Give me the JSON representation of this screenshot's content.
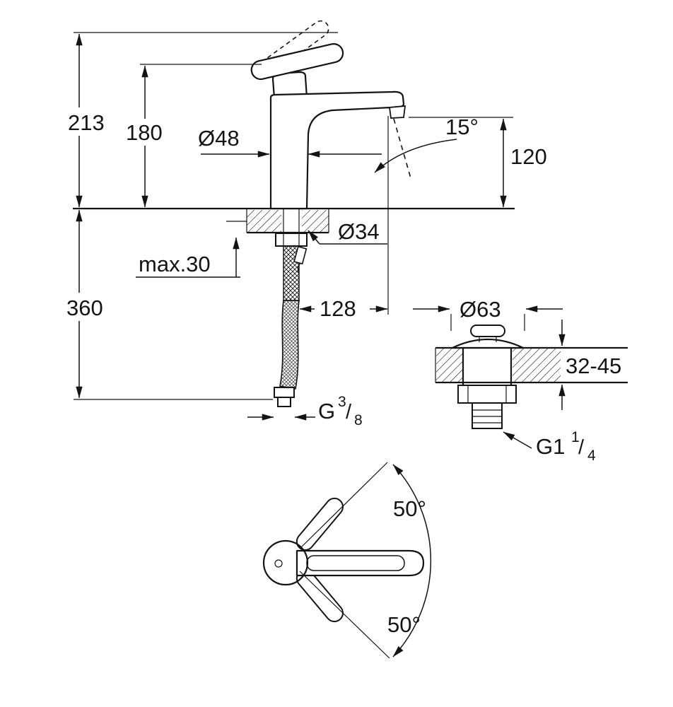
{
  "drawing": {
    "dims": {
      "total_height": "213",
      "body_height": "180",
      "body_diameter": "Ø48",
      "spout_angle": "15°",
      "outlet_height": "120",
      "hole_diameter": "Ø34",
      "deck_max_thickness": "max.30",
      "below_deck_height": "360",
      "spout_reach": "128",
      "drain_diameter": "Ø63",
      "drain_deck_range": "32-45",
      "handle_swing_up": "50°",
      "handle_swing_down": "50°"
    },
    "threads": {
      "hose_prefix": "G",
      "hose_numerator": "3",
      "hose_slash": "/",
      "hose_denominator": "8",
      "drain_prefix": "G1",
      "drain_numerator": "1",
      "drain_slash": "/",
      "drain_denominator": "4"
    }
  }
}
